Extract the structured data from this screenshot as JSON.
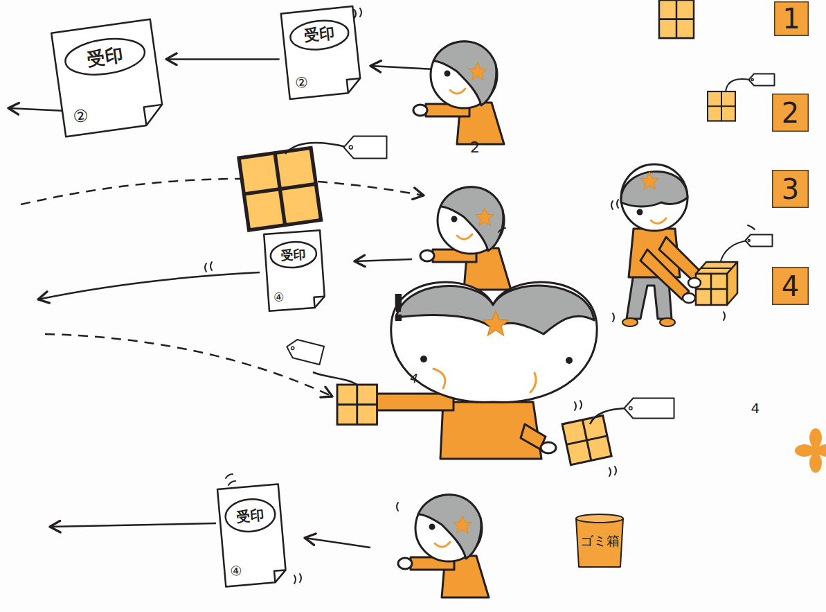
{
  "diagram": {
    "nodes": [
      {
        "text": [
          "1"
        ]
      },
      {
        "text": [
          "受印",
          "②"
        ]
      },
      {
        "text": [
          "受印",
          "②"
        ]
      },
      {
        "text": [
          "2"
        ]
      },
      {
        "text": [
          "2"
        ]
      },
      {
        "text": [
          "2"
        ]
      },
      {
        "text": [
          "3"
        ]
      },
      {
        "text": [
          "4"
        ]
      },
      {
        "text": [
          "受印",
          "④"
        ]
      },
      {
        "text": [
          "4"
        ]
      },
      {
        "text": [
          "4"
        ]
      },
      {
        "text": [
          "4"
        ]
      },
      {
        "text": [
          "ゴミ箱"
        ]
      },
      {
        "text": [
          "受印",
          "④"
        ]
      }
    ],
    "edges": [
      {
        "from": 2,
        "to": 1,
        "arrow": "to"
      }
    ],
    "labels": [
      "!"
    ]
  }
}
